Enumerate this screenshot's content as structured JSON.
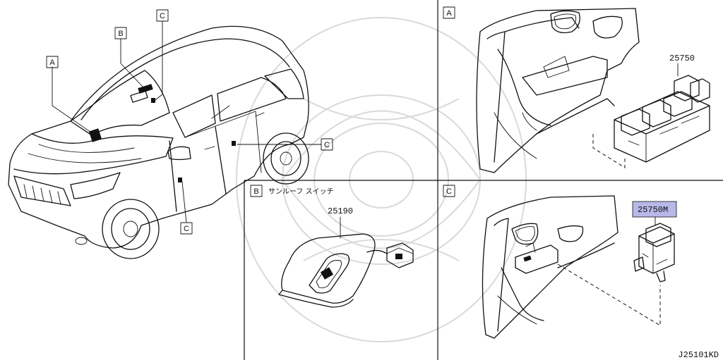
{
  "colors": {
    "ink": "#111111",
    "highlight": "#b8b8e8",
    "watermark": "#d9d9d9"
  },
  "callouts": {
    "overview_a": "A",
    "overview_b": "B",
    "overview_c_top": "C",
    "overview_c_right": "C",
    "overview_c_bottom": "C"
  },
  "panels": {
    "a": {
      "letter": "A",
      "part": "25750"
    },
    "b": {
      "letter": "B",
      "title": "サンルーフ スイッチ",
      "part": "25190"
    },
    "c": {
      "letter": "C",
      "part": "25750M"
    }
  },
  "footer_code": "J25101KD"
}
